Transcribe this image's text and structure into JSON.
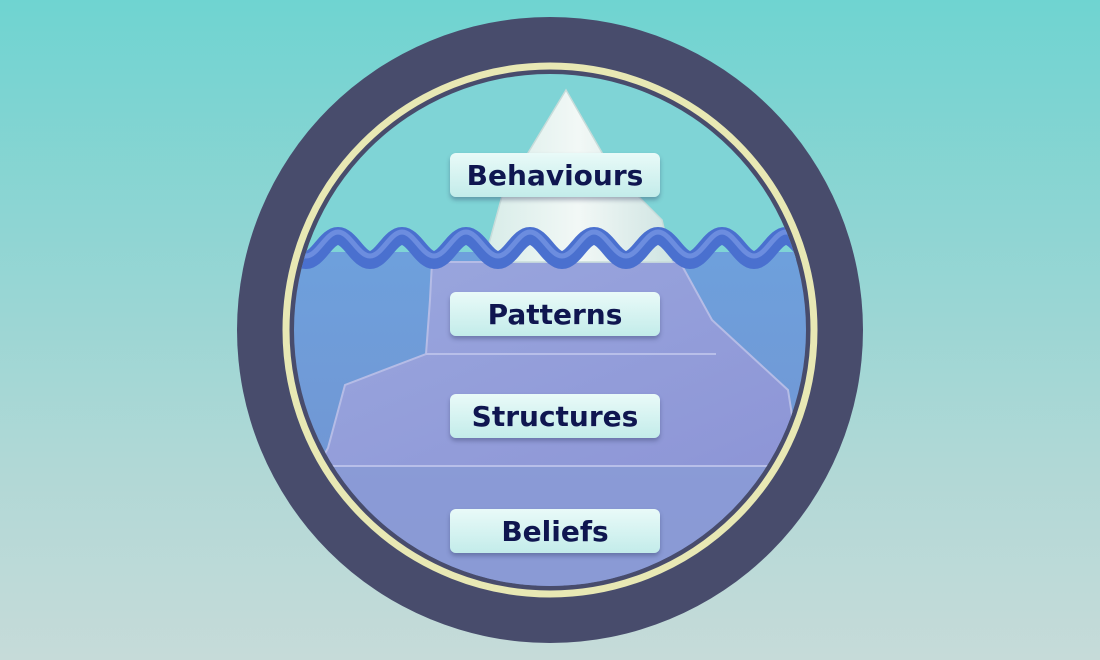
{
  "diagram": {
    "type": "iceberg-model",
    "layers": [
      {
        "id": "behaviours",
        "label": "Behaviours",
        "zone": "above-water"
      },
      {
        "id": "patterns",
        "label": "Patterns",
        "zone": "below-water"
      },
      {
        "id": "structures",
        "label": "Structures",
        "zone": "below-water"
      },
      {
        "id": "beliefs",
        "label": "Beliefs",
        "zone": "below-water"
      }
    ]
  },
  "colors": {
    "background_top": "#6fd4d1",
    "background_bottom": "#c6dbd9",
    "frame_ring": "#484c6c",
    "frame_inner_ring": "#e8e8b4",
    "sky": "#7fd4d6",
    "water": "#6f9ed9",
    "wave": "#4a70cf",
    "iceberg_tip": "#e6f0ee",
    "iceberg_underwater": "#96a0dc",
    "label_text": "#0f1650"
  }
}
